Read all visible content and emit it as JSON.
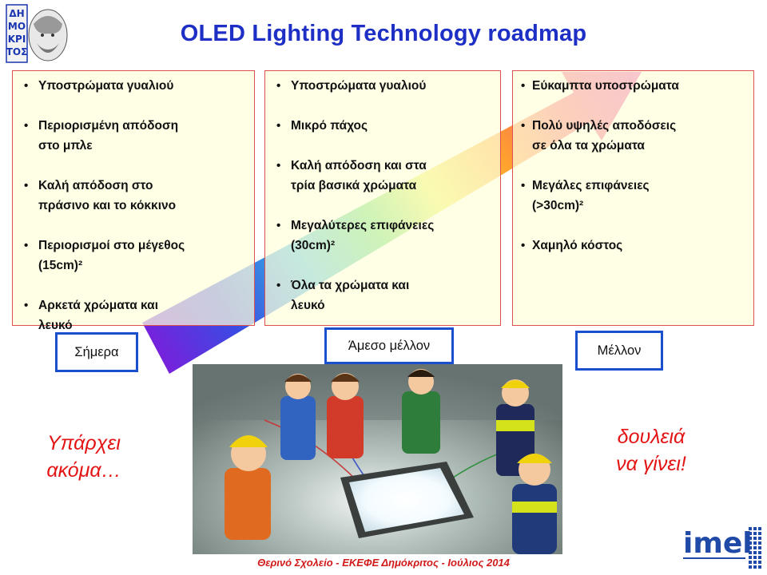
{
  "title": "OLED Lighting Technology roadmap",
  "columns": [
    {
      "items": [
        [
          "Υποστρώματα γυαλιού"
        ],
        [
          "Περιορισμένη απόδοση",
          "στο μπλε"
        ],
        [
          "Καλή απόδοση στο",
          "πράσινο και το κόκκινο"
        ],
        [
          "Περιορισμοί στο μέγεθος",
          "(15cm)²"
        ],
        [
          "Αρκετά χρώματα και",
          "λευκό"
        ]
      ]
    },
    {
      "items": [
        [
          "Υποστρώματα γυαλιού"
        ],
        [
          "Μικρό πάχος"
        ],
        [
          "Καλή απόδοση και στα",
          "τρία βασικά χρώματα"
        ],
        [
          "Μεγαλύτερες επιφάνειες",
          "(30cm)²"
        ],
        [
          "Όλα τα χρώματα και",
          "λευκό"
        ]
      ]
    },
    {
      "items": [
        [
          "Εύκαμπτα υποστρώματα"
        ],
        [
          "Πολύ υψηλές αποδόσεις",
          "σε όλα τα χρώματα"
        ],
        [
          "Μεγάλες επιφάνειες",
          "(>30cm)²"
        ],
        [
          "Χαμηλό κόστος"
        ]
      ]
    }
  ],
  "stages": {
    "now": "Σήμερα",
    "near": "Άμεσο μέλλον",
    "future": "Μέλλον"
  },
  "captions": {
    "left": [
      "Υπάρχει",
      "ακόμα…"
    ],
    "right": [
      "δουλειά",
      "να γίνει!"
    ]
  },
  "footer": "Θερινό Σχολείο - ΕΚΕΦΕ Δημόκριτος - Ιούλιος 2014",
  "logos": {
    "seal_text": "ΔΗΜΟΚΡΙΤΟΣ",
    "imel_text": "imel"
  },
  "colors": {
    "title": "#1d2fc4",
    "stage_border": "#1a4fd0",
    "column_border": "#e05050",
    "caption_red": "#e31414"
  }
}
